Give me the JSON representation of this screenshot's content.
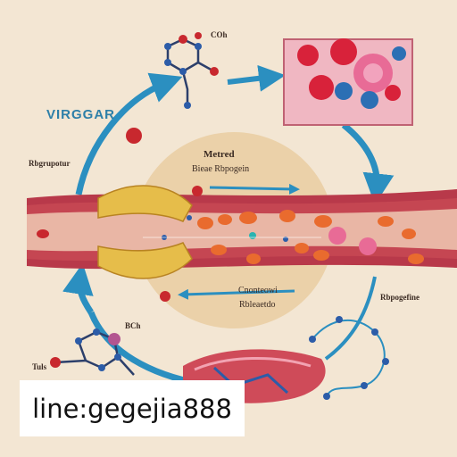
{
  "labels": {
    "title": "VIRGGAR",
    "top_formula": "COh",
    "left_label": "Rbgrupotur",
    "center_title": "Metred",
    "center_sub": "Bieae Rbpogein",
    "lower_center_1": "Cnonteowi",
    "lower_center_2": "Rbleaetdo",
    "right_label": "Rbpogefine",
    "bottom_formula": "BCh",
    "bottom_left": "Tuls"
  },
  "watermark": "line:gegejia888",
  "colors": {
    "background": "#f3e6d3",
    "arrow": "#2b8fc0",
    "vessel": "#b8394a",
    "cells": "#e96b2e"
  }
}
